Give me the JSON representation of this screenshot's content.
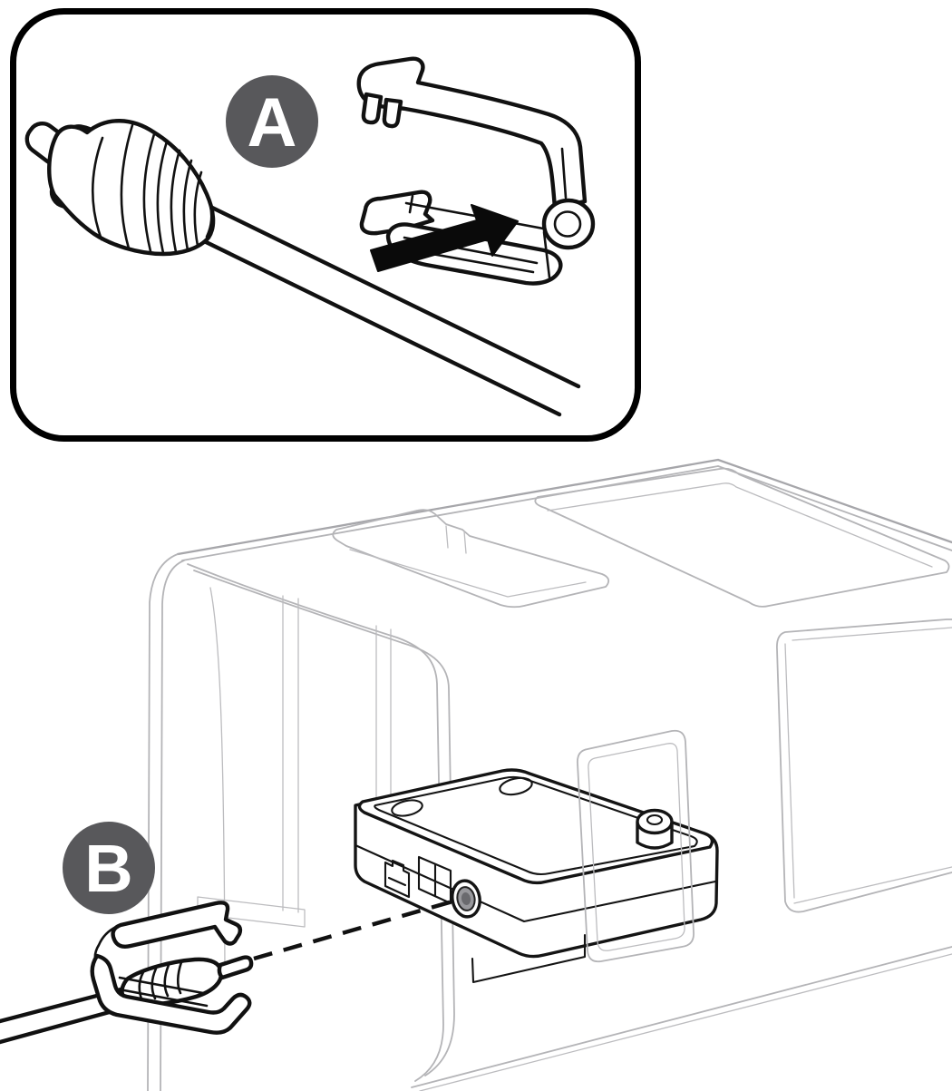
{
  "figure": {
    "type": "hardware-installation-diagram",
    "background": "#FFFFFF",
    "panels": [
      {
        "id": "A",
        "description": "power plug inserted into cable clip"
      },
      {
        "id": "B",
        "description": "clipped plug connected to module power jack inside chassis"
      }
    ]
  },
  "steps": [
    {
      "label": "A"
    },
    {
      "label": "B"
    }
  ],
  "colors": {
    "badge_fill": "#58585B",
    "badge_text": "#FFFFFF",
    "frame_stroke": "#000000",
    "line_dark": "#111111",
    "line_light": "#B4B4B7",
    "arrow_fill": "#0A0A0A"
  },
  "icons": [
    "step-a-badge-icon",
    "step-b-badge-icon",
    "insert-arrow-icon",
    "power-plug",
    "cable-clip",
    "power-cable",
    "device-chassis",
    "accessory-module",
    "ethernet-port",
    "power-jack",
    "dashed-insert-path"
  ]
}
